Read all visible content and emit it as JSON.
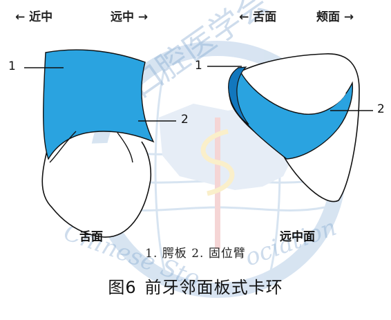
{
  "directions": {
    "left_view_left": "← 近中",
    "left_view_right": "远中 →",
    "right_view_left": "← 舌面",
    "right_view_right": "颊面 →"
  },
  "callouts": {
    "left_1": "1",
    "left_2": "2",
    "right_1": "1",
    "right_2": "2"
  },
  "views": {
    "left_label": "舌面",
    "right_label": "远中面"
  },
  "legend": "1. 腭板  2. 固位臂",
  "figure": {
    "number": "图6",
    "title": "前牙邻面板式卡环"
  },
  "watermark": {
    "top_text": "中华口腔医学会",
    "bottom_text": "Chinese Stomatological Association"
  },
  "colors": {
    "component_fill": "#2aa3e0",
    "component_dark": "#1277bd",
    "watermark_blue": "#7fa6cf",
    "outline": "#111111"
  }
}
